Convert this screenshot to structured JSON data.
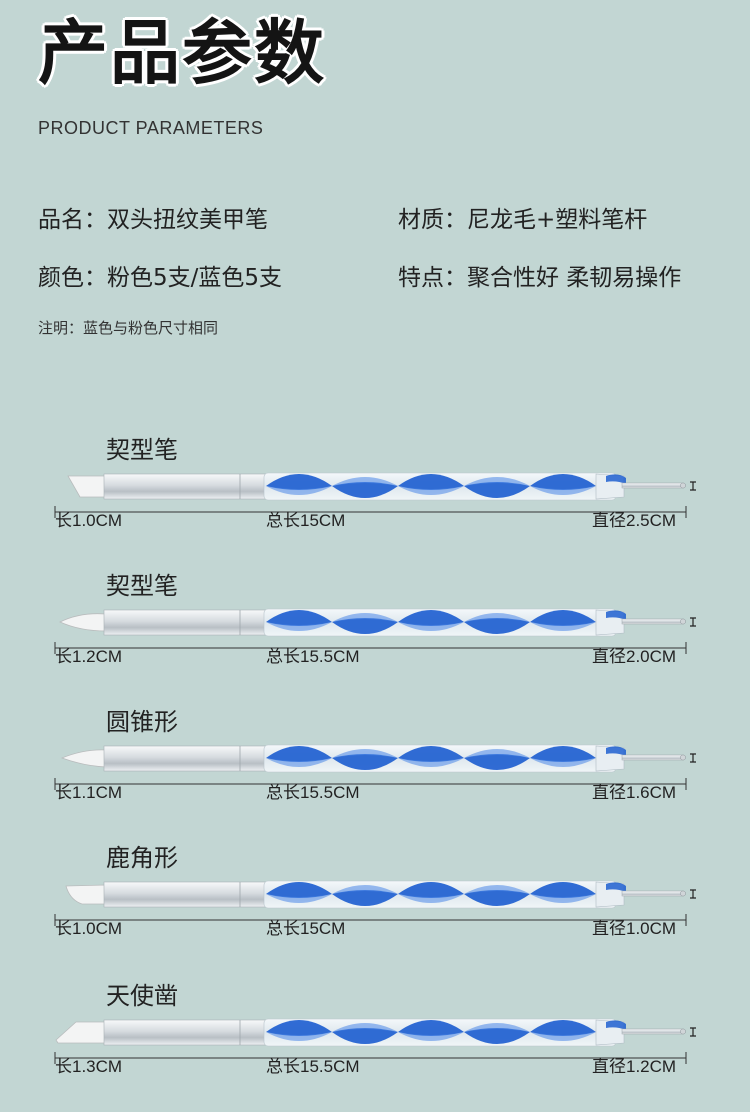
{
  "header": {
    "title": "产品参数",
    "subtitle": "PRODUCT PARAMETERS"
  },
  "params": {
    "name": "品名：双头扭纹美甲笔",
    "material": "材质：尼龙毛+塑料笔杆",
    "color": "颜色：粉色5支/蓝色5支",
    "feature": "特点：聚合性好 柔韧易操作"
  },
  "note": "注明：蓝色与粉色尺寸相同",
  "colors": {
    "background": "#c2d6d3",
    "twist_blue": "#1f5fd0",
    "handle_silver": "#dfe3e6"
  },
  "pens": [
    {
      "name": "契型笔",
      "tip": "长1.0CM",
      "total": "总长15CM",
      "diameter": "直径2.5CM",
      "tip_shape": "wedge"
    },
    {
      "name": "契型笔",
      "tip": "长1.2CM",
      "total": "总长15.5CM",
      "diameter": "直径2.0CM",
      "tip_shape": "pointed"
    },
    {
      "name": "圆锥形",
      "tip": "长1.1CM",
      "total": "总长15.5CM",
      "diameter": "直径1.6CM",
      "tip_shape": "cone"
    },
    {
      "name": "鹿角形",
      "tip": "长1.0CM",
      "total": "总长15CM",
      "diameter": "直径1.0CM",
      "tip_shape": "antler"
    },
    {
      "name": "天使凿",
      "tip": "长1.3CM",
      "total": "总长15.5CM",
      "diameter": "直径1.2CM",
      "tip_shape": "chisel"
    }
  ]
}
